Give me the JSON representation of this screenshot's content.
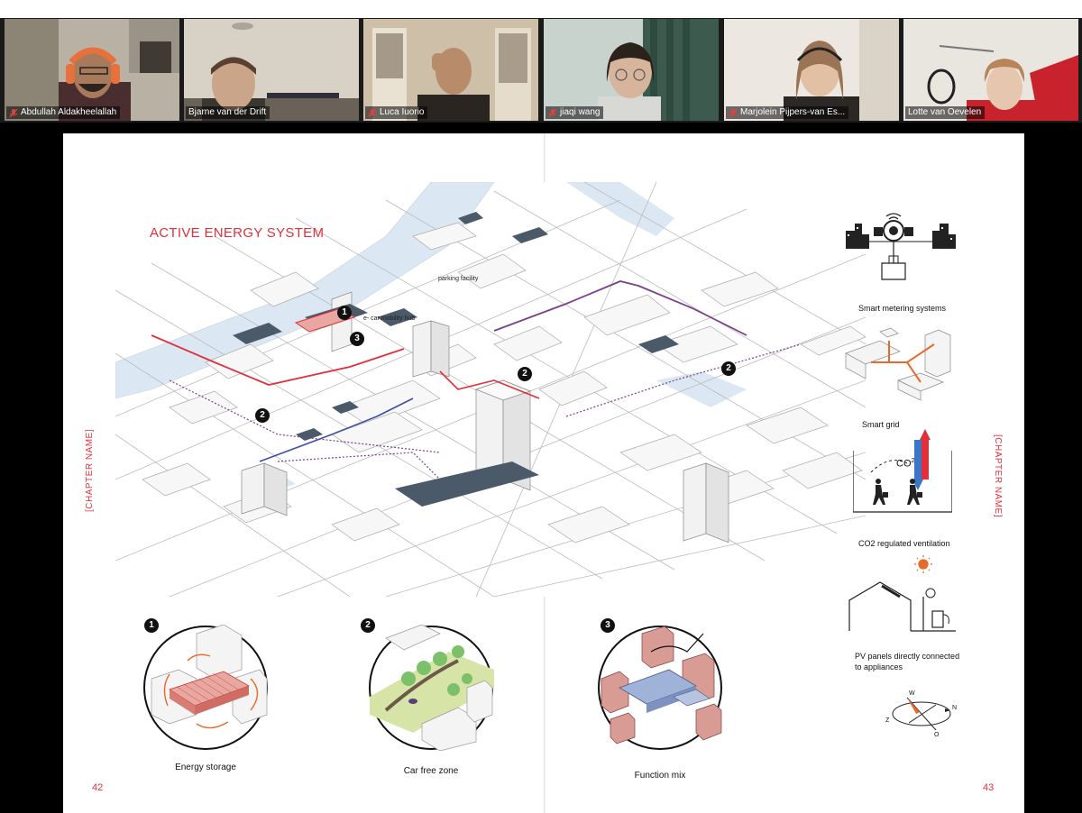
{
  "participants": [
    {
      "name": "Abdullah Aldakheelallah",
      "muted": true
    },
    {
      "name": "Bjarne van der Drift",
      "muted": false
    },
    {
      "name": "Luca Iuorio",
      "muted": true
    },
    {
      "name": "jiaqi wang",
      "muted": true
    },
    {
      "name": "Marjolein Pijpers-van Es...",
      "muted": true
    },
    {
      "name": "Lotte van Oevelen",
      "muted": false
    }
  ],
  "document": {
    "title": "ACTIVE ENERGY SYSTEM",
    "chapter_name": "[CHAPTER NAME]",
    "page_left": "42",
    "page_right": "43",
    "map_labels": {
      "parking": "parking facility",
      "hub": "e- car mobility hub"
    },
    "markers": {
      "m1": "1",
      "m2": "2",
      "m3": "3"
    },
    "details": [
      {
        "num": "1",
        "caption": "Energy storage"
      },
      {
        "num": "2",
        "caption": "Car free zone"
      },
      {
        "num": "3",
        "caption": "Function mix"
      }
    ],
    "sidebar": {
      "smart_metering": "Smart metering systems",
      "smart_grid": "Smart grid",
      "co2_label": "CO2 regulated ventilation",
      "co2_glyph": "CO",
      "co2_sup": "2",
      "pv_line1": "PV panels directly connected",
      "pv_line2": "to appliances",
      "compass": {
        "w": "W",
        "n": "N",
        "z": "Z",
        "o": "O"
      }
    }
  },
  "colors": {
    "accent_red": "#e0313a",
    "route_purple": "#7b3f8c",
    "route_blue": "#3b4fa8",
    "water_blue": "#dbe8f3",
    "roof_dark": "#4a5a68"
  }
}
